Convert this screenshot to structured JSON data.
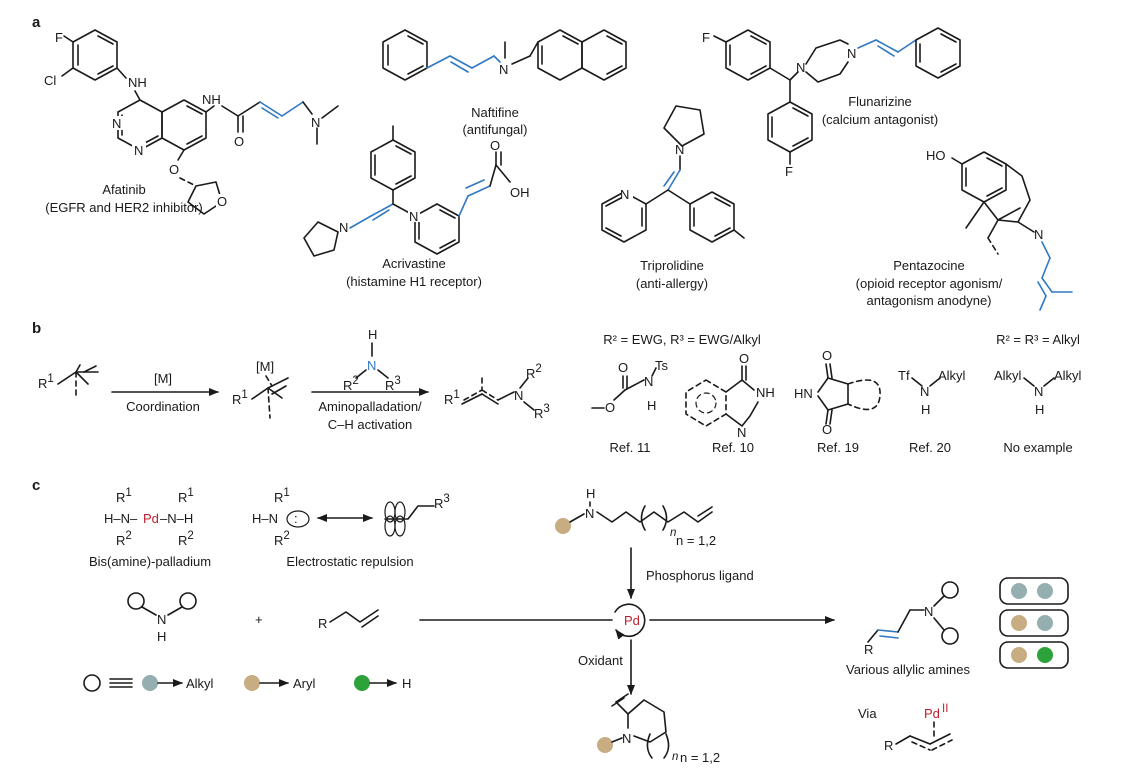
{
  "panels": {
    "a": "a",
    "b": "b",
    "c": "c"
  },
  "colors": {
    "bond": "#1a1a1a",
    "highlight": "#2f78c4",
    "pd": "#c0202e",
    "alkyl": "#95aeb0",
    "aryl": "#c8ac82",
    "hydrogen": "#2ea23a"
  },
  "panel_a": {
    "afatinib": {
      "name": "Afatinib",
      "desc": "(EGFR and HER2 inhibitor)"
    },
    "naftifine": {
      "name": "Naftifine",
      "desc": "(antifungal)"
    },
    "flunarizine": {
      "name": "Flunarizine",
      "desc": "(calcium antagonist)"
    },
    "acrivastine": {
      "name": "Acrivastine",
      "desc": "(histamine H1 receptor)"
    },
    "triprolidine": {
      "name": "Triprolidine",
      "desc": "(anti-allergy)"
    },
    "pentazocine": {
      "name": "Pentazocine",
      "desc1": "(opioid receptor agonism/",
      "desc2": "antagonism anodyne)"
    },
    "atoms": {
      "F": "F",
      "Cl": "Cl",
      "NH": "NH",
      "N": "N",
      "O": "O",
      "OH": "OH",
      "HO": "HO"
    }
  },
  "panel_b": {
    "r1": "R",
    "sup1": "1",
    "metal": "[M]",
    "step1": "Coordination",
    "step2a": "Aminopalladation/",
    "step2b": "C–H activation",
    "amine": {
      "H": "H",
      "N": "N",
      "R": "R",
      "sup2": "2",
      "sup3": "3"
    },
    "cond1": "R² = EWG, R³ = EWG/Alkyl",
    "cond2": "R² = R³ = Alkyl",
    "refs": [
      "Ref. 11",
      "Ref. 10",
      "Ref. 19",
      "Ref. 20",
      "No example"
    ],
    "atoms": {
      "Ts": "Ts",
      "NH": "NH",
      "HN": "HN",
      "Tf": "Tf",
      "Alkyl": "Alkyl",
      "O": "O",
      "N": "N",
      "H": "H"
    }
  },
  "panel_c": {
    "bis_label": "Bis(amine)-palladium",
    "rep_label": "Electrostatic repulsion",
    "pd": "Pd",
    "pd2": "Pd",
    "pd2_sup": "II",
    "plus": "+",
    "phos": "Phosphorus ligand",
    "oxidant": "Oxidant",
    "n12": "n = 1,2",
    "n_italic": "n",
    "products": "Various allylic amines",
    "via": "Via",
    "legend": {
      "alkyl": "Alkyl",
      "aryl": "Aryl",
      "h": "H"
    },
    "atoms": {
      "R": "R",
      "N": "N",
      "H": "H",
      "R3": "R"
    }
  }
}
